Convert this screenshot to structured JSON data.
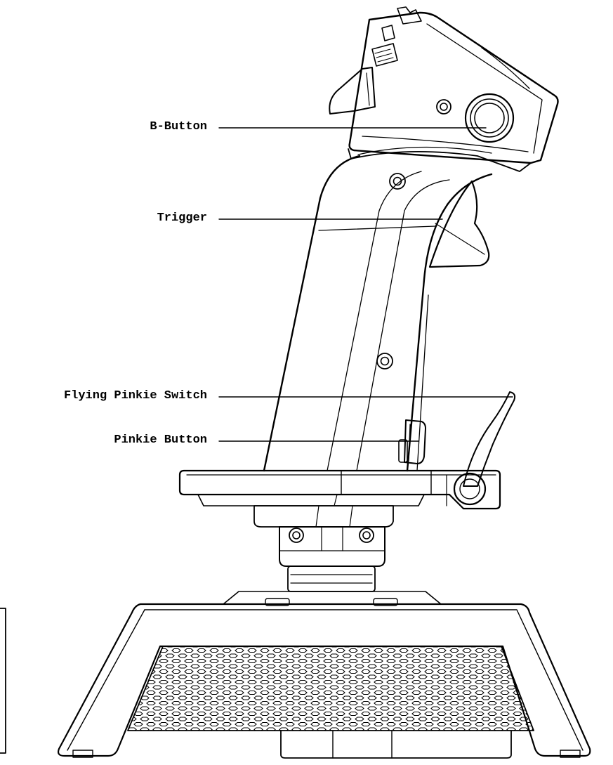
{
  "callouts": {
    "b_button": "B-Button",
    "trigger": "Trigger",
    "flying_pinkie_switch": "Flying Pinkie Switch",
    "pinkie_button": "Pinkie Button"
  },
  "colors": {
    "line": "#000000",
    "background": "#ffffff"
  },
  "icons": {
    "grille_pattern": "hexagon-mesh"
  }
}
